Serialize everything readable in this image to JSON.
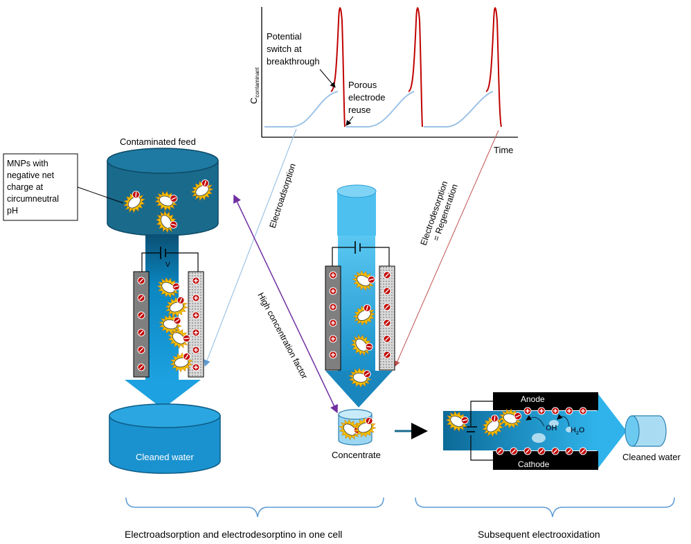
{
  "graph": {
    "y_axis_label": "C",
    "y_axis_subscript": "contaminant",
    "x_axis_label": "Time",
    "annotation_switch": [
      "Potential",
      "switch at",
      "breakthrough"
    ],
    "annotation_reuse": [
      "Porous",
      "electrode",
      "reuse"
    ]
  },
  "labels": {
    "contaminated_feed": "Contaminated  feed",
    "mnp_callout": [
      "MNPs with",
      "negative net",
      "charge at",
      "circumneutral",
      "pH"
    ],
    "electroadsorption": "Electroadsorption",
    "electrodesorption": [
      "Electrodesorption",
      "= Regeneration"
    ],
    "high_concentration": "High concentration factor",
    "cleaned_water_left": "Cleaned water",
    "concentrate": "Concentrate",
    "anode": "Anode",
    "cathode": "Cathode",
    "hydroxyl": "OH",
    "water": "H",
    "water_sub": "2",
    "water_tail": "O",
    "cleaned_water_right": "Cleaned water",
    "battery_v": "V"
  },
  "footer": {
    "left_caption": "Electroadsorption and electrodesorptino in one cell",
    "right_caption": "Subsequent electrooxidation"
  },
  "colors": {
    "tank_dark": "#1a6a8c",
    "flow_blue": "#00b0f0",
    "graph_red": "#c00000",
    "graph_blue": "#9dc3e6",
    "purple": "#7030a0",
    "electrode_gray": "#7f7f7f",
    "bracket_blue": "#5b9bd5"
  }
}
